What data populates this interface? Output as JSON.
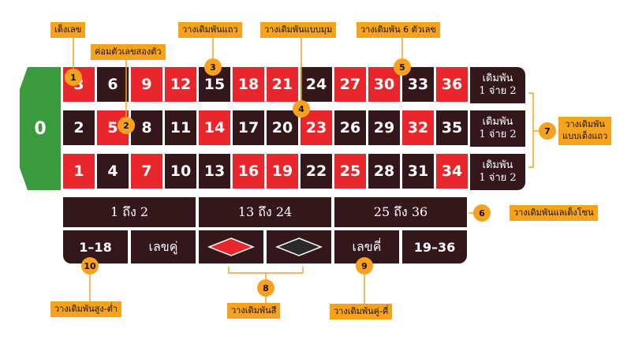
{
  "zero": "0",
  "numbers": [
    [
      "3",
      "6",
      "9",
      "12",
      "15",
      "18",
      "21",
      "24",
      "27",
      "30",
      "33",
      "36"
    ],
    [
      "2",
      "5",
      "8",
      "11",
      "14",
      "17",
      "20",
      "23",
      "26",
      "29",
      "32",
      "35"
    ],
    [
      "1",
      "4",
      "7",
      "10",
      "13",
      "16",
      "19",
      "22",
      "25",
      "28",
      "31",
      "34"
    ]
  ],
  "red_numbers": [
    "1",
    "3",
    "5",
    "7",
    "9",
    "12",
    "14",
    "16",
    "18",
    "19",
    "21",
    "23",
    "25",
    "27",
    "30",
    "32",
    "34",
    "36"
  ],
  "column_bets": [
    {
      "line1": "เดิมพัน",
      "line2": "1 จ่าย 2"
    },
    {
      "line1": "เดิมพัน",
      "line2": "1 จ่าย 2"
    },
    {
      "line1": "เดิมพัน",
      "line2": "1 จ่าย 2"
    }
  ],
  "dozens": [
    "1 ถึง 2",
    "13 ถึง 24",
    "25 ถึง 36"
  ],
  "outside": {
    "low": "1–18",
    "even": "เลขคู่",
    "odd": "เลขคี่",
    "high": "19–36",
    "red_color": "#e8262c",
    "black_color": "#2a2a2a"
  },
  "callouts": [
    {
      "num": "1",
      "text": "เต็งเลข"
    },
    {
      "num": "2",
      "text": "ค่อมตัวเลขสองตัว"
    },
    {
      "num": "3",
      "text": "วางเดิมพันแถว"
    },
    {
      "num": "4",
      "text": "วางเดิมพันแบบมุม"
    },
    {
      "num": "5",
      "text": "วางเดิมพัน 6 ตัวเลข"
    },
    {
      "num": "6",
      "text": "วางเดิมพันแลเต็งโซน"
    },
    {
      "num": "7",
      "text": "วางเดิมพัน",
      "text2": "แบบเต็งแถว"
    },
    {
      "num": "8",
      "text": "วางเดิมพันสี"
    },
    {
      "num": "9",
      "text": "วางเดิมพันคู่-คี่"
    },
    {
      "num": "10",
      "text": "วางเดิมพันสูง-ต่ำ"
    }
  ],
  "colors": {
    "green": "#3a9a3e",
    "red": "#e8262c",
    "black": "#33171b",
    "accent": "#f7a21c"
  }
}
